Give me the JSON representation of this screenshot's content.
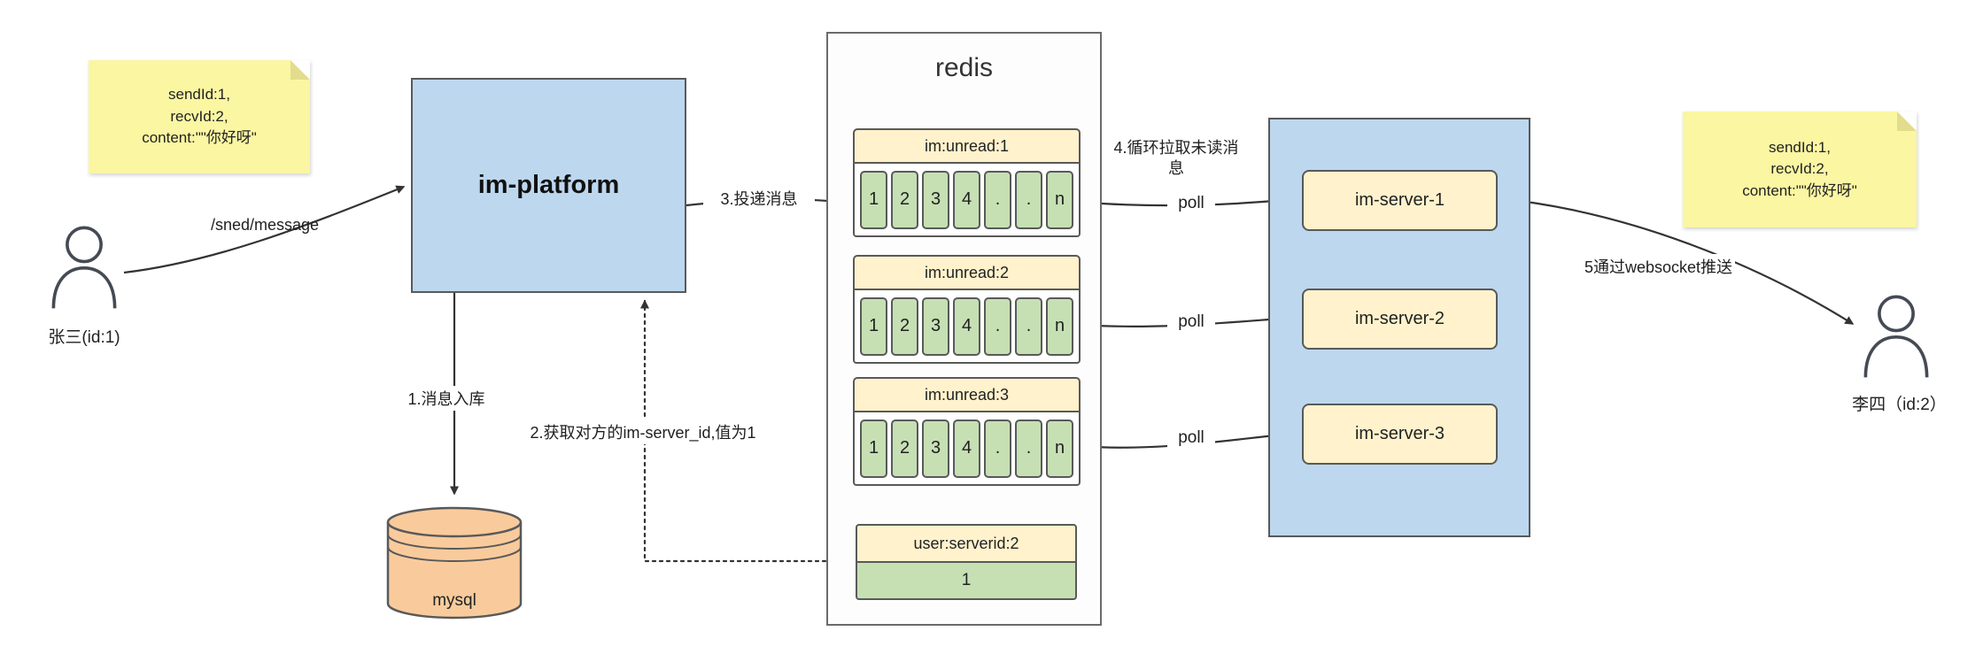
{
  "colors": {
    "platform-blue": "#BDD7EE",
    "panel-blue": "#BDD7EE",
    "note-yellow": "#FBF6A2",
    "note-fold": "#E2DC8C",
    "box-yellow": "#FFF2CC",
    "cell-green": "#C6E0B4",
    "mysql-orange": "#F9CB9C",
    "border-dark": "#595959",
    "arrow": "#333333"
  },
  "notes": {
    "sender": {
      "lines": [
        "sendId:1,",
        "recvId:2,",
        "content:\"\"你好呀\""
      ]
    },
    "receiver": {
      "lines": [
        "sendId:1,",
        "recvId:2,",
        "content:\"\"你好呀\""
      ]
    }
  },
  "actors": {
    "sender": {
      "label": "张三(id:1)"
    },
    "receiver": {
      "label": "李四（id:2）"
    }
  },
  "platform": {
    "label": "im-platform"
  },
  "mysql": {
    "label": "mysql"
  },
  "redis": {
    "title": "redis",
    "queues": [
      {
        "title": "im:unread:1",
        "cells": [
          "1",
          "2",
          "3",
          "4",
          ".",
          ".",
          "n"
        ]
      },
      {
        "title": "im:unread:2",
        "cells": [
          "1",
          "2",
          "3",
          "4",
          ".",
          ".",
          "n"
        ]
      },
      {
        "title": "im:unread:3",
        "cells": [
          "1",
          "2",
          "3",
          "4",
          ".",
          ".",
          "n"
        ]
      }
    ],
    "mapping": {
      "title": "user:serverid:2",
      "value": "1"
    }
  },
  "servers": [
    {
      "label": "im-server-1"
    },
    {
      "label": "im-server-2"
    },
    {
      "label": "im-server-3"
    }
  ],
  "labels": {
    "send_route": "/sned/message",
    "step1": "1.消息入库",
    "step2": "2.获取对方的im-server_id,值为1",
    "step3": "3.投递消息",
    "step4": "4.循环拉取未读消息",
    "poll": "poll",
    "step5": "5通过websocket推送"
  }
}
